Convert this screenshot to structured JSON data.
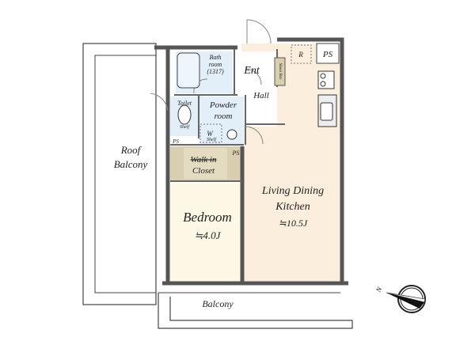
{
  "rooms": {
    "roof_balcony": {
      "line1": "Roof",
      "line2": "Balcony"
    },
    "bath": {
      "line1": "Bath",
      "line2": "room",
      "line3": "(1317)"
    },
    "entrance": "Ent",
    "shoes_box": "Shoes Box",
    "refrigerator": "R",
    "ps_top": "PS",
    "hall": "Hall",
    "toilet": "Toilet",
    "toilet_shelf": "Shelf",
    "powder": {
      "line1": "Powder",
      "line2": "room"
    },
    "washer": "W",
    "washer_shelf": "Shelf",
    "ps_toilet": "PS",
    "ps_closet": "PS",
    "closet": {
      "line1": "Walk in",
      "line2": "Closet"
    },
    "ldk": {
      "line1": "Living Dining",
      "line2": "Kitchen",
      "size": "≒10.5J"
    },
    "bedroom": {
      "name": "Bedroom",
      "size": "≒4.0J"
    },
    "balcony": "Balcony"
  },
  "compass": {
    "label": "N"
  },
  "colors": {
    "ldk": "#fbeedd",
    "bedroom": "#fdf8e6",
    "wet": "#e2eef8",
    "closet": "#d9cfb0",
    "wall": "#555555"
  }
}
